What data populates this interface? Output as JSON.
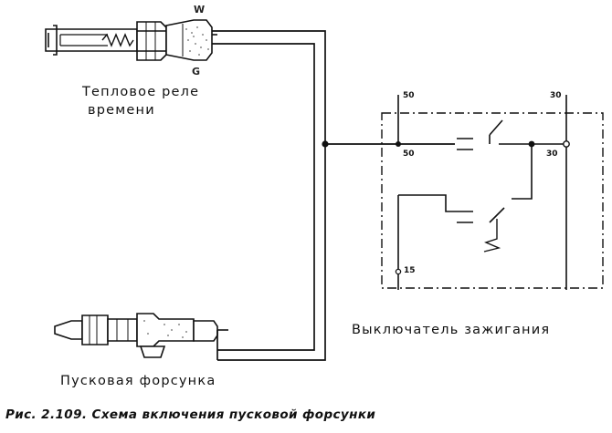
{
  "labels": {
    "thermo_switch_line1": "Тепловое реле",
    "thermo_switch_line2": "времени",
    "start_injector": "Пусковая форсунка",
    "ignition_switch": "Выключатель зажигания",
    "wire_w": "W",
    "wire_g": "G",
    "terminal_50_top": "50",
    "terminal_50_inner": "50",
    "terminal_30_top": "30",
    "terminal_30_inner": "30",
    "terminal_15": "15"
  },
  "caption": "Рис. 2.109. Схема включения пусковой форсунки",
  "colors": {
    "ink": "#111111",
    "background": "#ffffff"
  }
}
